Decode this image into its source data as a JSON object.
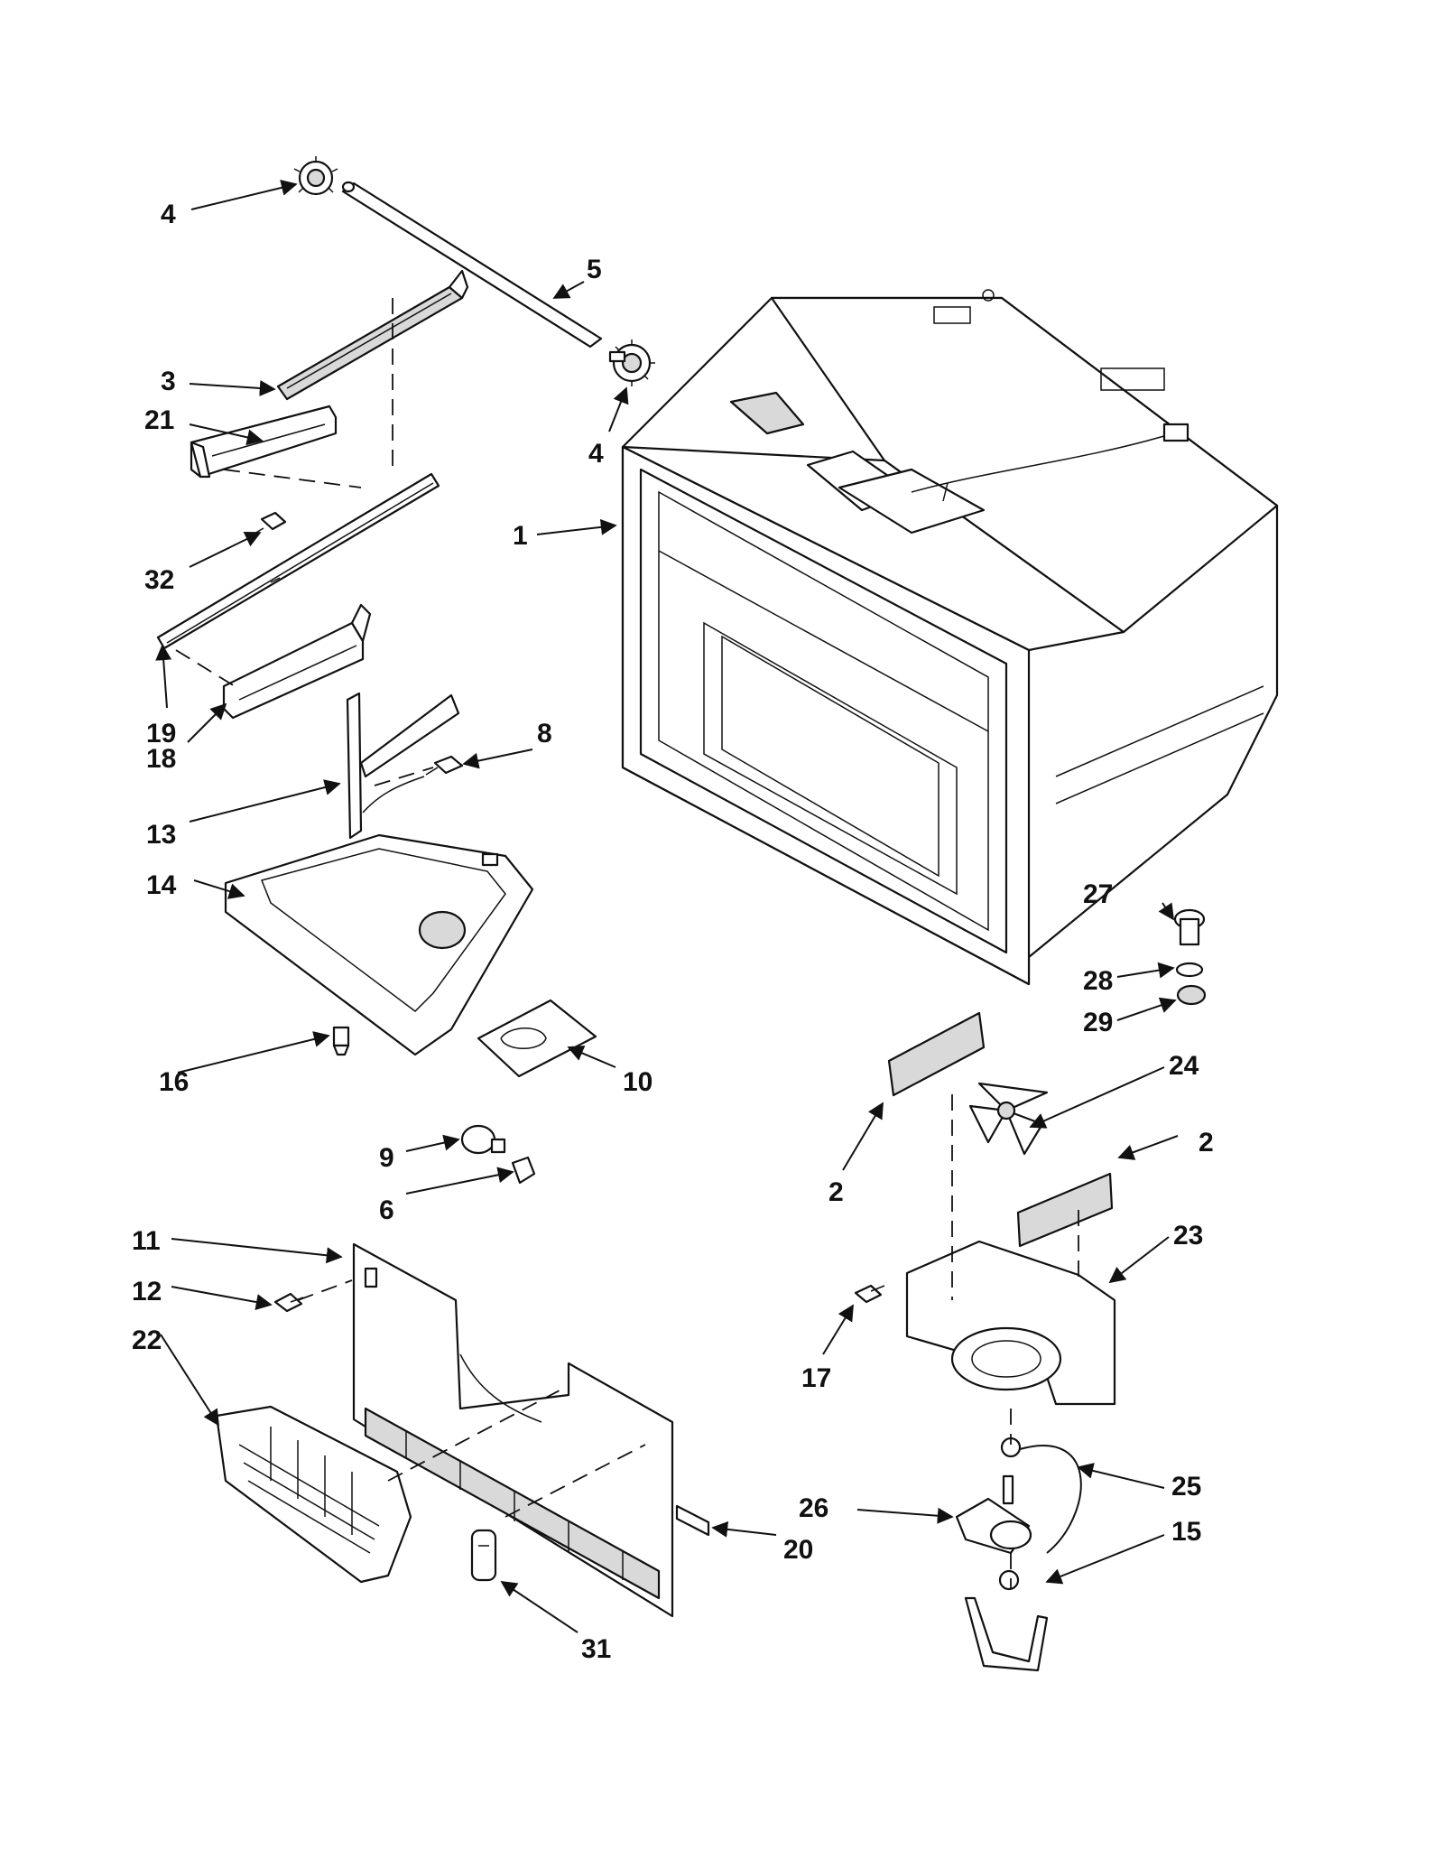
{
  "diagram": {
    "labels": {
      "p1": "1",
      "p2a": "2",
      "p2b": "2",
      "p3": "3",
      "p4a": "4",
      "p4b": "4",
      "p5": "5",
      "p6": "6",
      "p8": "8",
      "p9": "9",
      "p10": "10",
      "p11": "11",
      "p12": "12",
      "p13": "13",
      "p14": "14",
      "p15": "15",
      "p16": "16",
      "p17": "17",
      "p18": "18",
      "p19": "19",
      "p20": "20",
      "p21": "21",
      "p22": "22",
      "p23": "23",
      "p24": "24",
      "p25": "25",
      "p26": "26",
      "p27": "27",
      "p28": "28",
      "p29": "29",
      "p31": "31",
      "p32": "32"
    }
  }
}
